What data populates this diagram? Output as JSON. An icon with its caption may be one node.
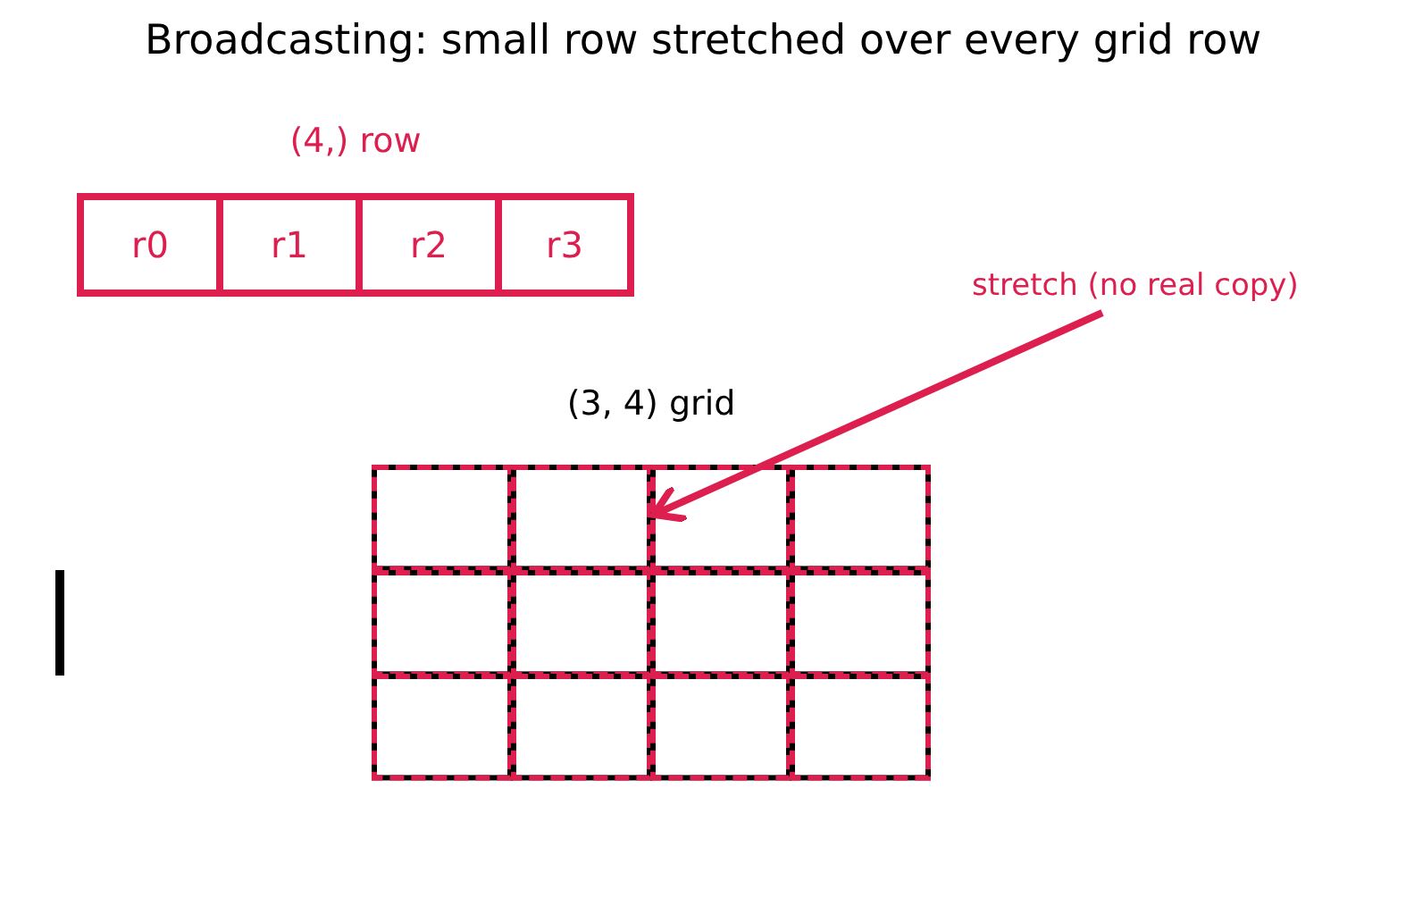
{
  "diagram": {
    "title": "Broadcasting: small row stretched over every grid row",
    "nodes": [
      {
        "text": [
          "r0"
        ]
      },
      {
        "text": [
          "r1"
        ]
      },
      {
        "text": [
          "r2"
        ]
      },
      {
        "text": [
          "r3"
        ]
      },
      {
        "text": [
          "stretch (no real copy)"
        ]
      },
      {
        "text": [],
        "shape": "box"
      },
      {
        "text": [],
        "shape": "box"
      },
      {
        "text": [],
        "shape": "box"
      },
      {
        "text": [],
        "shape": "box"
      },
      {
        "text": [],
        "shape": "box"
      },
      {
        "text": [],
        "shape": "box"
      },
      {
        "text": [],
        "shape": "box"
      },
      {
        "text": [],
        "shape": "box"
      },
      {
        "text": [],
        "shape": "box"
      },
      {
        "text": [],
        "shape": "box"
      },
      {
        "text": [],
        "shape": "box"
      },
      {
        "text": [],
        "shape": "box"
      }
    ],
    "edges": [
      {
        "from": 4,
        "to": 7,
        "arrow": "to",
        "color": "#dc1f4e"
      }
    ],
    "labels": [
      "(4,) row",
      "(3, 4) grid"
    ]
  }
}
